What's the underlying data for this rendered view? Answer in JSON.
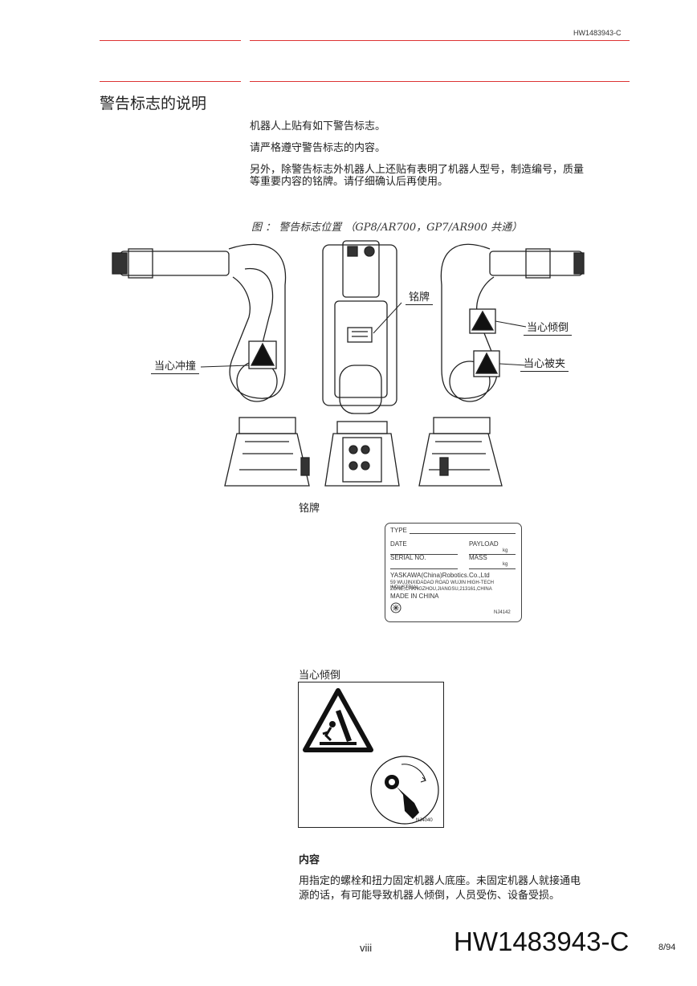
{
  "header": {
    "doc_id": "HW1483943-C"
  },
  "section": {
    "title": "警告标志的说明",
    "paragraphs": [
      "机器人上贴有如下警告标志。",
      "请严格遵守警告标志的内容。",
      "另外，除警告标志外机器人上还贴有表明了机器人型号，制造编号，质量",
      "等重要内容的铭牌。请仔细确认后再使用。"
    ]
  },
  "figure": {
    "caption": "图 ： 警告标志位置 （GP8/AR700，GP7/AR900 共通）",
    "callouts": {
      "nameplate": "铭牌",
      "collision": "当心冲撞",
      "tipover": "当心倾倒",
      "pinch": "当心被夹"
    }
  },
  "nameplate": {
    "heading": "铭牌",
    "fields": {
      "type": "TYPE",
      "date": "DATE",
      "payload": "PAYLOAD",
      "serial": "SERIAL NO.",
      "mass": "MASS",
      "kg": "kg"
    },
    "company": "YASKAWA(China)Robotics.Co.,Ltd",
    "address_1": "59 WUJINXIDADAO ROAD WUJIN HIGH-TECH INDUSTRIAL",
    "address_2": "ZONE,CHANGZHOU,JIANGSU,213161,CHINA",
    "made_in": "MADE IN CHINA",
    "code": "NJ4142"
  },
  "warning_label": {
    "heading": "当心倾倒",
    "code": "NJ4040"
  },
  "content": {
    "heading": "内容",
    "lines": [
      "用指定的螺栓和扭力固定机器人底座。未固定机器人就接通电",
      "源的话，有可能导致机器人倾倒，人员受伤、设备受损。"
    ]
  },
  "footer": {
    "page_roman": "viii",
    "doc_id": "HW1483943-C",
    "page_count": "8/94"
  },
  "colors": {
    "rule": "#dd3333",
    "text": "#222222"
  }
}
